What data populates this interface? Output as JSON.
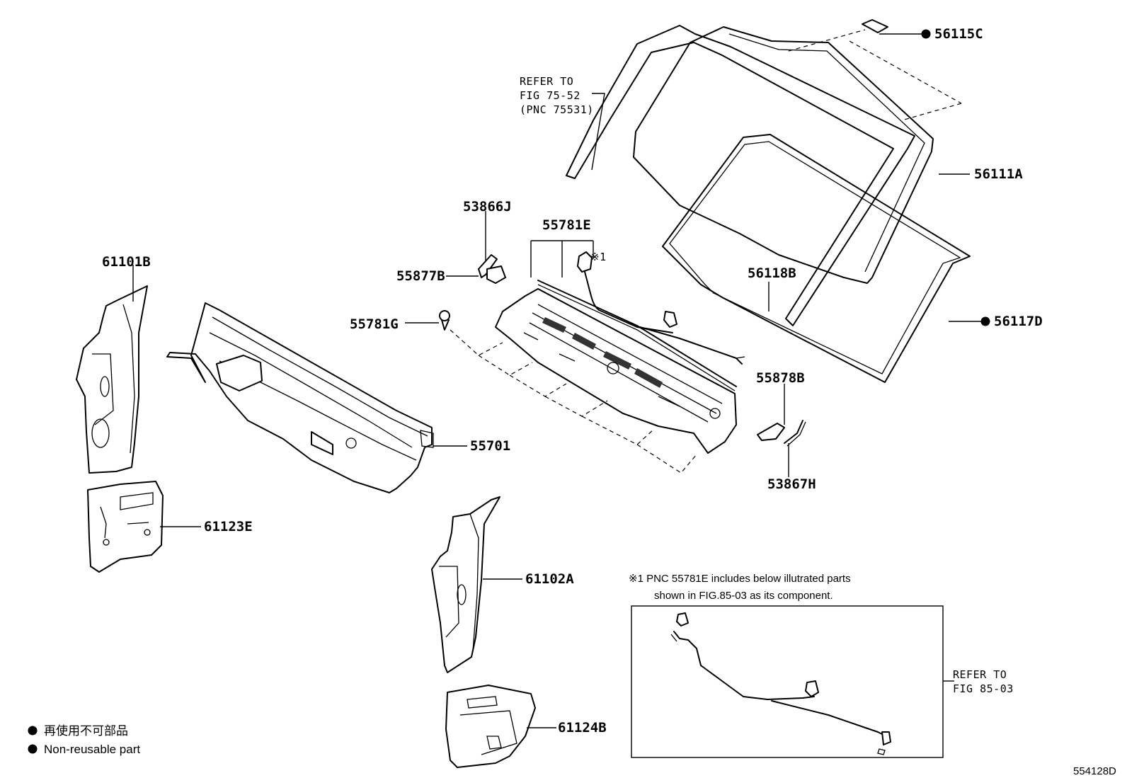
{
  "part_labels": {
    "p56115C": "56115C",
    "p56111A": "56111A",
    "p56117D": "56117D",
    "p56118B": "56118B",
    "p53866J": "53866J",
    "p55877B": "55877B",
    "p55781E": "55781E",
    "p55781G": "55781G",
    "p61101B": "61101B",
    "p55701": "55701",
    "p55878B": "55878B",
    "p53867H": "53867H",
    "p61123E": "61123E",
    "p61102A": "61102A",
    "p61124B": "61124B"
  },
  "refer_top": {
    "line1": "REFER TO",
    "line2": "FIG 75-52",
    "line3": "(PNC 75531)"
  },
  "refer_box": {
    "line1": "REFER TO",
    "line2": "FIG 85-03"
  },
  "note_mark": "※1",
  "note": {
    "line1": "※1 PNC 55781E includes below illutrated parts",
    "line2": "shown in FIG.85-03 as its component."
  },
  "legend": {
    "jp": "再使用不可部品",
    "en": "Non-reusable part"
  },
  "diagram_code": "554128D"
}
